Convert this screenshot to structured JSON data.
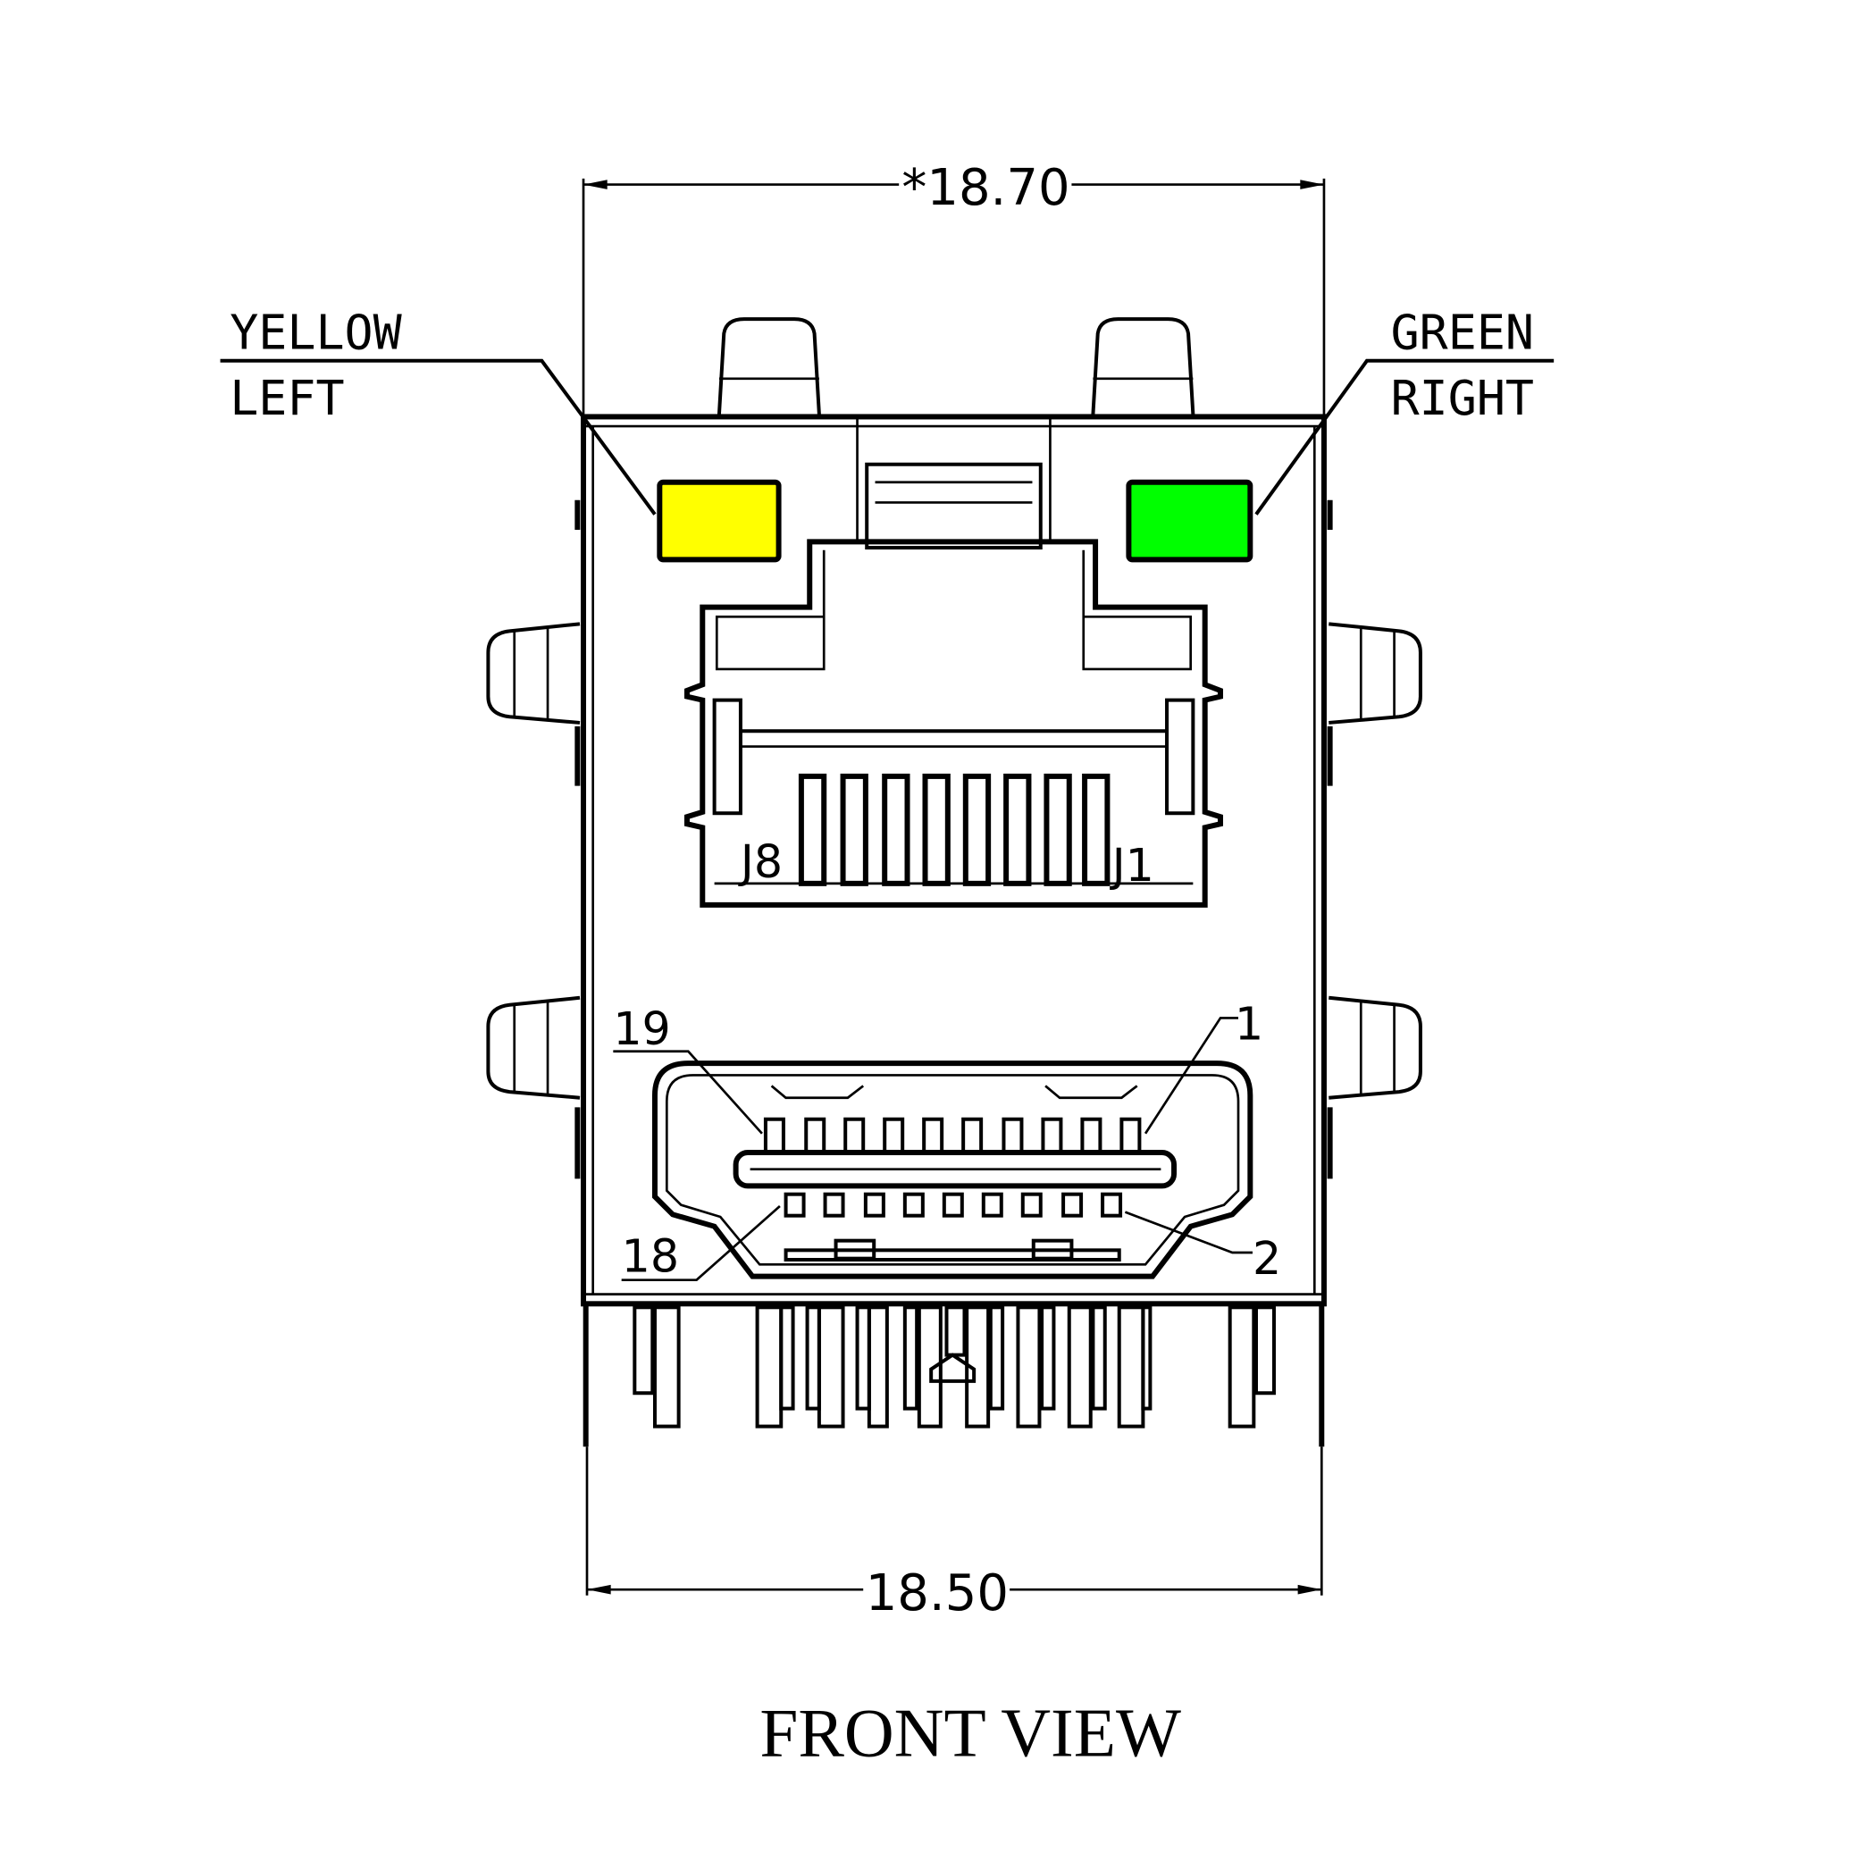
{
  "dimensions": {
    "top_width": "*18.70",
    "bottom_width": "18.50"
  },
  "leds": {
    "left": {
      "line1": "YELLOW",
      "line2": "LEFT",
      "color": "#ffff00"
    },
    "right": {
      "line1": "GREEN",
      "line2": "RIGHT",
      "color": "#00ff00"
    }
  },
  "rj45": {
    "pin_left": "J8",
    "pin_right": "J1"
  },
  "hdmi": {
    "pin_top_left": "19",
    "pin_top_right": "1",
    "pin_bottom_left": "18",
    "pin_bottom_right": "2"
  },
  "caption": "FRONT VIEW"
}
